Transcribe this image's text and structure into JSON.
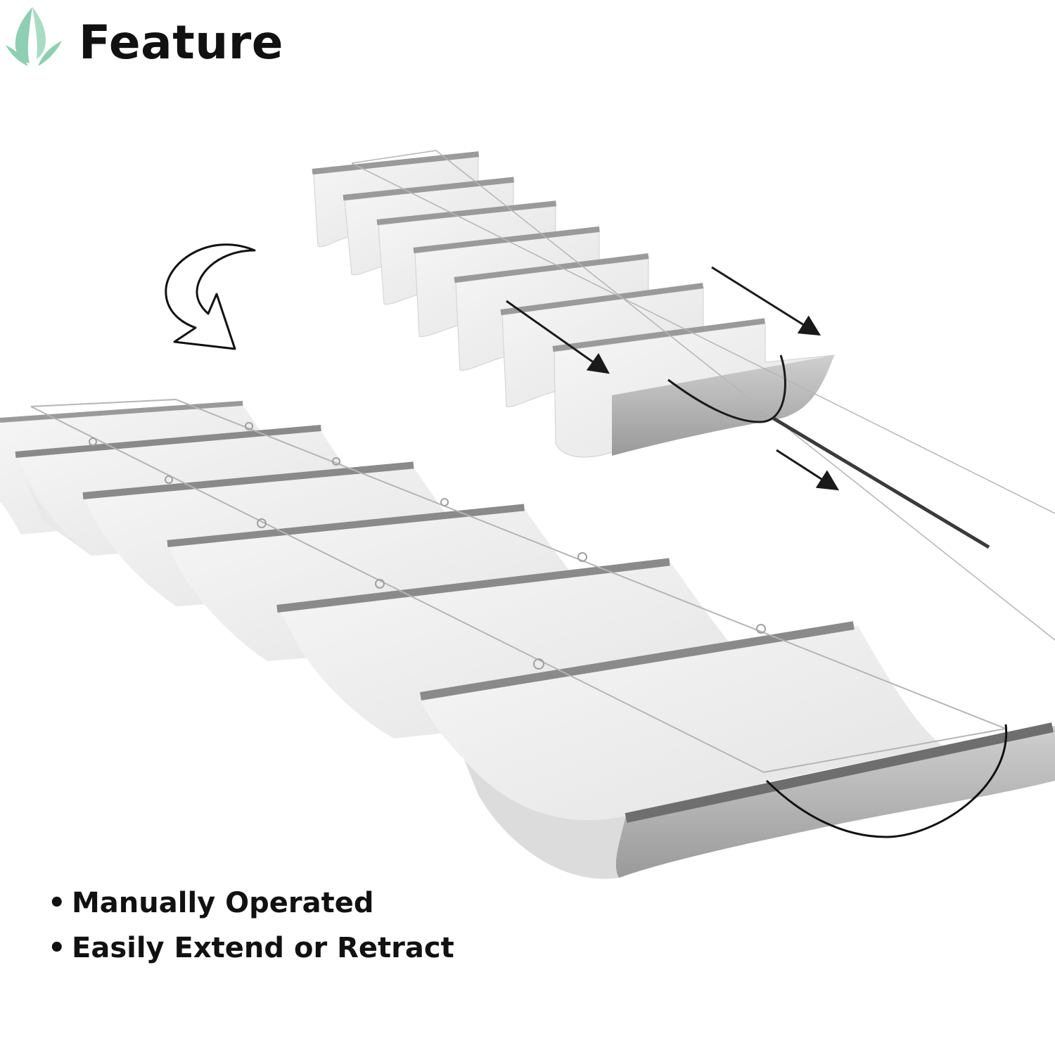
{
  "header": {
    "title": "Feature",
    "icon": "leaf-icon",
    "accent_color": "#8ecfb3"
  },
  "illustration": {
    "subject": "retractable wave shade canopy",
    "retracted_panel_count": 7,
    "extended_panel_count": 6,
    "fabric_color": "#ededed",
    "rail_color": "#8a8a8a"
  },
  "features": [
    {
      "bullet": "•",
      "text": "Manually Operated"
    },
    {
      "bullet": "•",
      "text": "Easily Extend or Retract"
    }
  ]
}
